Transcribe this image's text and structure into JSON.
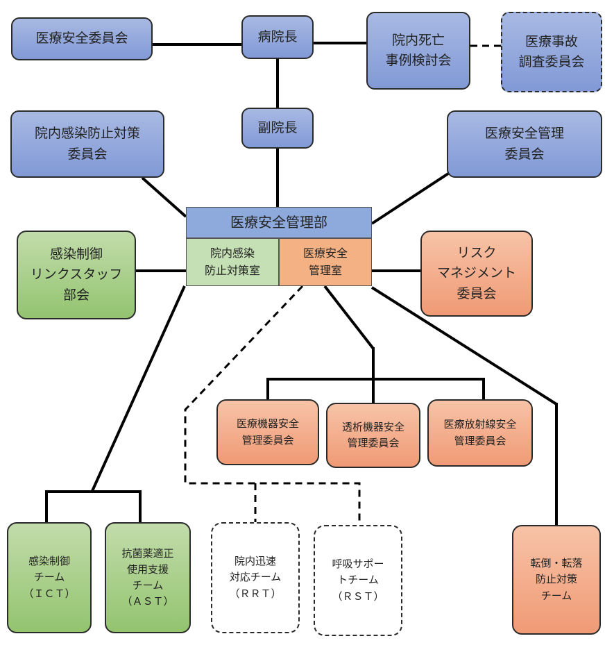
{
  "nodes": {
    "iryo_anzen_iinkai": "医療安全委員会",
    "byoincho": "病院長",
    "shibo_kentoukai": "院内死亡\n事例検討会",
    "jiko_chousa": "医療事故\n調査委員会",
    "fukuincho": "副院長",
    "kansen_taisaku_iinkai": "院内感染防止対策\n委員会",
    "anzen_kanri_iinkai": "医療安全管理\n委員会",
    "kanribu": "医療安全管理部",
    "kansen_taisakushitsu": "院内感染\n防止対策室",
    "anzen_kanrishitsu": "医療安全\n管理室",
    "link_staff": "感染制御\nリンクスタッフ\n部会",
    "risk_management": "リスク\nマネジメント\n委員会",
    "kiki_anzen": "医療機器安全\n管理委員会",
    "touseki_anzen": "透析機器安全\n管理委員会",
    "houshasen_anzen": "医療放射線安全\n管理委員会",
    "ict": "感染制御\nチーム\n（ＩＣＴ）",
    "ast": "抗菌薬適正\n使用支援\nチーム\n（ＡＳＴ）",
    "rrt": "院内迅速\n対応チーム\n（ＲＲＴ）",
    "rst": "呼吸サポー\nトチーム\n（ＲＳＴ）",
    "tentou": "転倒・転落\n防止対策\nチーム"
  },
  "colors": {
    "blue": "#8ea9db",
    "green": "#a9d18e",
    "orange": "#f4b183",
    "line": "#000000"
  }
}
